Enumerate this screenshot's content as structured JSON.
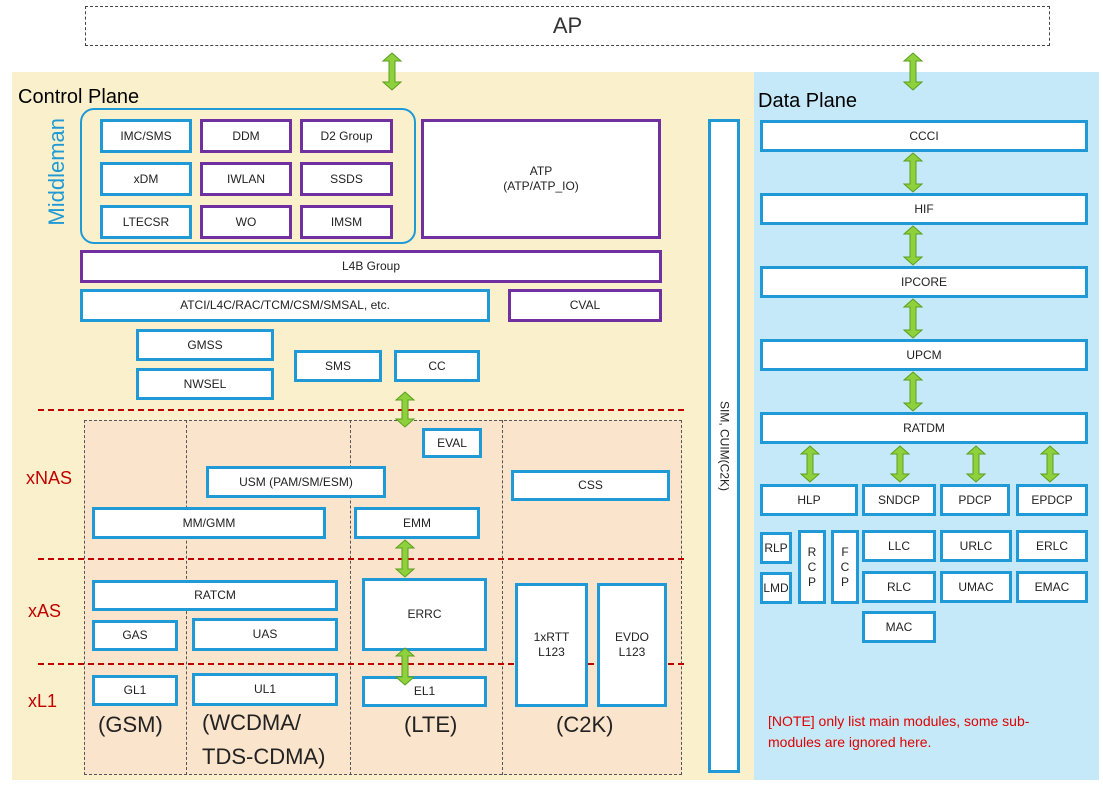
{
  "ap": {
    "label": "AP"
  },
  "control_plane": {
    "title": "Control Plane",
    "middleman_label": "Middleman",
    "middleman_boxes": [
      "IMC/SMS",
      "DDM",
      "D2 Group",
      "xDM",
      "IWLAN",
      "SSDS",
      "LTECSR",
      "WO",
      "IMSM"
    ],
    "atp": {
      "line1": "ATP",
      "line2": "(ATP/ATP_IO)"
    },
    "l4b": "L4B Group",
    "atci": "ATCI/L4C/RAC/TCM/CSM/SMSAL, etc.",
    "cval": "CVAL",
    "gmss": "GMSS",
    "nwsel": "NWSEL",
    "sms": "SMS",
    "cc": "CC",
    "layers": {
      "xnas": "xNAS",
      "xas": "xAS",
      "xl1": "xL1"
    },
    "eval": "EVAL",
    "usm": "USM (PAM/SM/ESM)",
    "css": "CSS",
    "mm_gmm": "MM/GMM",
    "emm": "EMM",
    "ratcm": "RATCM",
    "errc": "ERRC",
    "gas": "GAS",
    "uas": "UAS",
    "c2k_1x": {
      "line1": "1xRTT",
      "line2": "L123"
    },
    "c2k_evdo": {
      "line1": "EVDO",
      "line2": "L123"
    },
    "gl1": "GL1",
    "ul1": "UL1",
    "el1": "EL1",
    "rats": {
      "gsm": "(GSM)",
      "wcdma_1": "(WCDMA/",
      "wcdma_2": "TDS-CDMA)",
      "lte": "(LTE)",
      "c2k": "(C2K)"
    },
    "sim": "SIM, CUIM(C2K)"
  },
  "data_plane": {
    "title": "Data Plane",
    "ccci": "CCCI",
    "hif": "HIF",
    "ipcore": "IPCORE",
    "upcm": "UPCM",
    "ratdm": "RATDM",
    "hlp": "HLP",
    "sndcp": "SNDCP",
    "pdcp": "PDCP",
    "epdcp": "EPDCP",
    "rlp": "RLP",
    "lmd": "LMD",
    "rcp": [
      "R",
      "C",
      "P"
    ],
    "fcp": [
      "F",
      "C",
      "P"
    ],
    "llc": "LLC",
    "urlc": "URLC",
    "erlc": "ERLC",
    "rlc": "RLC",
    "umac": "UMAC",
    "emac": "EMAC",
    "mac": "MAC",
    "note_line1": "[NOTE] only list main modules, some sub-",
    "note_line2": "modules are ignored here."
  },
  "colors": {
    "control_bg": "#fbf0cc",
    "data_bg": "#c5e9f8",
    "module_border": "#1f9ad6",
    "group_border": "#7030a0",
    "arrow": "#8ed13c",
    "layer_line": "#c00000"
  }
}
